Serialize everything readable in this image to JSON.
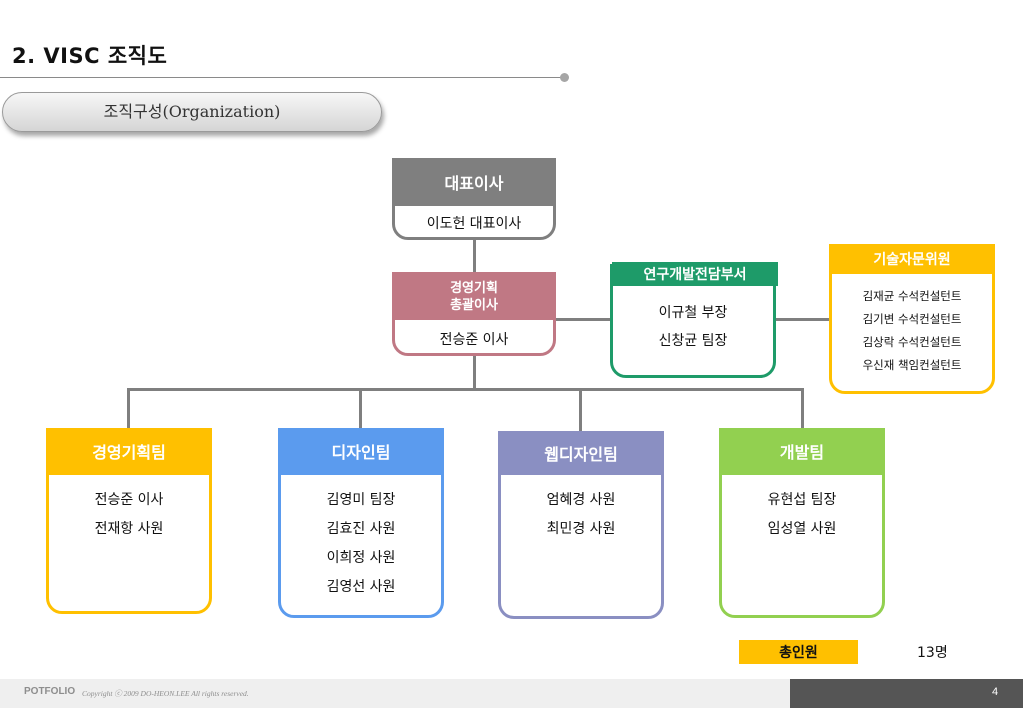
{
  "page": {
    "title": "2. VISC 조직도",
    "section_label": "조직구성(Organization)"
  },
  "chart": {
    "ceo": {
      "title": "대표이사",
      "members": [
        "이도헌 대표이사"
      ]
    },
    "gm": {
      "title_line1": "경영기획",
      "title_line2": "총괄이사",
      "members": [
        "전승준 이사"
      ]
    },
    "rnd": {
      "title": "연구개발전담부서",
      "members": [
        "이규철 부장",
        "신창균 팀장"
      ]
    },
    "advisory": {
      "title": "기술자문위원",
      "members": [
        "김재균 수석컨설턴트",
        "김기변 수석컨설턴트",
        "김상락 수석컨설턴트",
        "우신재 책임컨설턴트"
      ]
    },
    "teams": [
      {
        "title": "경영기획팀",
        "members": [
          "전승준 이사",
          "전재항 사원"
        ]
      },
      {
        "title": "디자인팀",
        "members": [
          "김영미 팀장",
          "김효진 사원",
          "이희정 사원",
          "김영선 사원"
        ]
      },
      {
        "title": "웹디자인팀",
        "members": [
          "엄혜경 사원",
          "최민경 사원"
        ]
      },
      {
        "title": "개발팀",
        "members": [
          "유현섭 팀장",
          "임성열 사원"
        ]
      }
    ]
  },
  "summary": {
    "total_label": "총인원",
    "total_value": "13명"
  },
  "footer": {
    "brand": "POTFOLIO",
    "copyright": "Copyright ⓒ 2009 DO-HEON.LEE  All rights reserved.",
    "page_number": "4"
  },
  "colors": {
    "ceo": "#7f7f7f",
    "gm": "#c07884",
    "rnd": "#1e9b69",
    "advisory": "#ffc000",
    "team_mgmt": "#ffc000",
    "team_design": "#5b9bee",
    "team_web": "#8a8fc2",
    "team_dev": "#92d050",
    "connector": "#7f7f7f"
  }
}
